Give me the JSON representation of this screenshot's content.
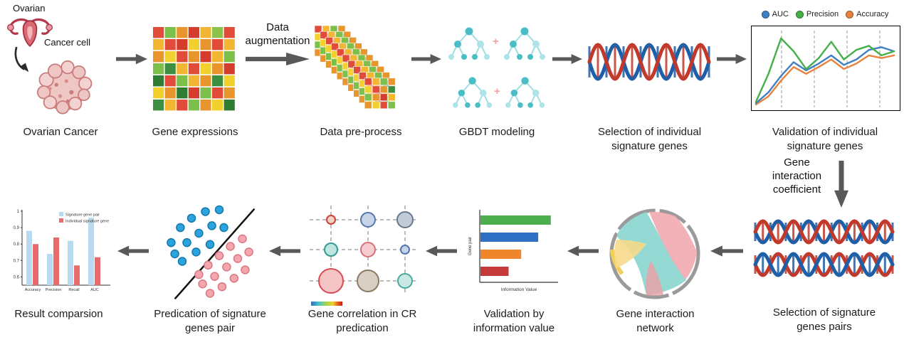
{
  "captions": {
    "ovarian": "Ovarian Cancer",
    "gene_expressions": "Gene expressions",
    "data_preprocess": "Data pre-process",
    "gbdt": "GBDT modeling",
    "selection_individual": "Selection of individual signature genes",
    "validation_individual": "Validation of individual signature genes",
    "selection_pairs": "Selection of signature genes pairs",
    "gene_network": "Gene interaction network",
    "validation_iv": "Validation by information value",
    "gene_correlation": "Gene correlation in CR predication",
    "prediction_pair": "Predication of signature genes pair",
    "result_comparison": "Result comparsion"
  },
  "labels": {
    "ovarian_organ": "Ovarian",
    "cancer_cell": "Cancer cell",
    "data_augmentation": "Data augmentation",
    "gene_interaction_coefficient": "Gene interaction coefficient",
    "plus": "+"
  },
  "chart_data": [
    {
      "id": "validation_line",
      "type": "line",
      "title": "Validation of individual signature genes",
      "legend": [
        {
          "name": "AUC",
          "color": "#3f7fc4"
        },
        {
          "name": "Precision",
          "color": "#45b04a"
        },
        {
          "name": "Accuracy",
          "color": "#e8823c"
        }
      ],
      "gridlines": "vertical-dashed",
      "ylim": [
        0,
        1
      ],
      "series": [
        {
          "name": "Accuracy",
          "color": "#e8823c",
          "values": [
            0.0,
            0.12,
            0.35,
            0.55,
            0.45,
            0.55,
            0.66,
            0.52,
            0.6,
            0.72,
            0.68,
            0.72
          ]
        },
        {
          "name": "AUC",
          "color": "#3f7fc4",
          "values": [
            0.02,
            0.18,
            0.42,
            0.62,
            0.5,
            0.6,
            0.72,
            0.58,
            0.66,
            0.8,
            0.84,
            0.78
          ]
        },
        {
          "name": "Precision",
          "color": "#45b04a",
          "values": [
            0.04,
            0.45,
            0.97,
            0.78,
            0.52,
            0.68,
            0.92,
            0.66,
            0.8,
            0.86,
            0.72,
            0.78
          ]
        }
      ]
    },
    {
      "id": "information_value",
      "type": "bar",
      "orientation": "horizontal",
      "xlabel": "Information Value",
      "ylabel": "Gene pair",
      "bars": [
        {
          "color": "#4cae4f",
          "value": 0.95
        },
        {
          "color": "#2f6fc4",
          "value": 0.78
        },
        {
          "color": "#f0862c",
          "value": 0.55
        },
        {
          "color": "#c43a3a",
          "value": 0.38
        }
      ]
    },
    {
      "id": "result_comparison",
      "type": "bar",
      "categories": [
        "Accuracy",
        "Precision",
        "Recall",
        "AUC"
      ],
      "series": [
        {
          "name": "Signature gene pair",
          "color": "#b8d9f0",
          "values": [
            0.88,
            0.74,
            0.82,
            0.96
          ]
        },
        {
          "name": "Individual signature gene",
          "color": "#e96a6a",
          "values": [
            0.8,
            0.84,
            0.67,
            0.72
          ]
        }
      ],
      "yticks": [
        1,
        0.9,
        0.8,
        0.7,
        0.6
      ],
      "ylim": [
        0.55,
        1.0
      ],
      "title": "Result comparsion"
    },
    {
      "id": "prediction_scatter",
      "type": "scatter",
      "classes": [
        {
          "fill": "#2ba3dc",
          "stroke": "#1678ab",
          "points": [
            [
              0.08,
              0.62
            ],
            [
              0.18,
              0.78
            ],
            [
              0.3,
              0.88
            ],
            [
              0.45,
              0.95
            ],
            [
              0.6,
              0.97
            ],
            [
              0.12,
              0.5
            ],
            [
              0.25,
              0.62
            ],
            [
              0.38,
              0.72
            ],
            [
              0.52,
              0.8
            ],
            [
              0.2,
              0.42
            ],
            [
              0.35,
              0.52
            ],
            [
              0.5,
              0.6
            ],
            [
              0.65,
              0.78
            ]
          ]
        },
        {
          "fill": "#f4a6ae",
          "stroke": "#d97880",
          "points": [
            [
              0.38,
              0.28
            ],
            [
              0.48,
              0.38
            ],
            [
              0.6,
              0.48
            ],
            [
              0.72,
              0.58
            ],
            [
              0.85,
              0.66
            ],
            [
              0.42,
              0.18
            ],
            [
              0.55,
              0.26
            ],
            [
              0.68,
              0.36
            ],
            [
              0.8,
              0.45
            ],
            [
              0.92,
              0.52
            ],
            [
              0.5,
              0.08
            ],
            [
              0.63,
              0.15
            ],
            [
              0.76,
              0.24
            ],
            [
              0.88,
              0.33
            ]
          ]
        }
      ],
      "boundary": [
        [
          0.12,
          0.02
        ],
        [
          0.98,
          0.98
        ]
      ]
    },
    {
      "id": "gene_correlation",
      "type": "scatter",
      "bubbles": [
        {
          "col": 0,
          "row": 0,
          "r": 6,
          "fill": "#f2cfc9",
          "stroke": "#cc4433"
        },
        {
          "col": 1,
          "row": 0,
          "r": 10,
          "fill": "#c7d4e8",
          "stroke": "#5577aa"
        },
        {
          "col": 2,
          "row": 0,
          "r": 11,
          "fill": "#c2cbd8",
          "stroke": "#66788c"
        },
        {
          "col": 0,
          "row": 1,
          "r": 9,
          "fill": "#bfe5e0",
          "stroke": "#2f9e93"
        },
        {
          "col": 1,
          "row": 1,
          "r": 10,
          "fill": "#f5cdd0",
          "stroke": "#d97078"
        },
        {
          "col": 2,
          "row": 1,
          "r": 6,
          "fill": "#c7d4e8",
          "stroke": "#5577aa"
        },
        {
          "col": 0,
          "row": 2,
          "r": 17,
          "fill": "#f5c4c4",
          "stroke": "#d94a55"
        },
        {
          "col": 1,
          "row": 2,
          "r": 15,
          "fill": "#d8cfc4",
          "stroke": "#8a7a66"
        },
        {
          "col": 2,
          "row": 2,
          "r": 10,
          "fill": "#c9e8e4",
          "stroke": "#4aa89e"
        }
      ],
      "colorbar": [
        "#2f6fc4",
        "#4ac6c6",
        "#a8d44a",
        "#f2d12e",
        "#e8601c",
        "#c4201c"
      ]
    },
    {
      "id": "gene_expression_heatmap",
      "type": "heatmap",
      "colors": [
        [
          "#e04b3a",
          "#7cbf4a",
          "#e8952e",
          "#d63c2e",
          "#f2b632",
          "#8bc34a",
          "#e04b3a"
        ],
        [
          "#f2b632",
          "#e04b3a",
          "#d63c2e",
          "#f2d12e",
          "#e8952e",
          "#e04b3a",
          "#f2b632"
        ],
        [
          "#e8952e",
          "#f2d12e",
          "#e04b3a",
          "#e8952e",
          "#d63c2e",
          "#f2b632",
          "#7cbf4a"
        ],
        [
          "#7cbf4a",
          "#3e8e41",
          "#f2b632",
          "#e04b3a",
          "#f2d12e",
          "#e8952e",
          "#d63c2e"
        ],
        [
          "#2e7d32",
          "#e04b3a",
          "#7cbf4a",
          "#f2b632",
          "#e8952e",
          "#3e8e41",
          "#f2d12e"
        ],
        [
          "#f2d12e",
          "#e8952e",
          "#2e7d32",
          "#d63c2e",
          "#7cbf4a",
          "#e04b3a",
          "#e8952e"
        ],
        [
          "#3e8e41",
          "#f2b632",
          "#e04b3a",
          "#7cbf4a",
          "#e8952e",
          "#f2d12e",
          "#2e7d32"
        ]
      ]
    },
    {
      "id": "preprocess_tile",
      "type": "heatmap",
      "layers": 10,
      "colors": [
        [
          "#e04b3a",
          "#f2b632",
          "#7cbf4a",
          "#e8952e"
        ],
        [
          "#f2d12e",
          "#e04b3a",
          "#e8952e",
          "#3e8e41"
        ],
        [
          "#7cbf4a",
          "#e8952e",
          "#d63c2e",
          "#f2b632"
        ],
        [
          "#e8952e",
          "#f2d12e",
          "#e04b3a",
          "#7cbf4a"
        ]
      ]
    }
  ],
  "colors": {
    "arrow": "#595959",
    "dna_blue": "#1f5fa8",
    "dna_red": "#c0392b",
    "tree_node": "#49bec6"
  }
}
